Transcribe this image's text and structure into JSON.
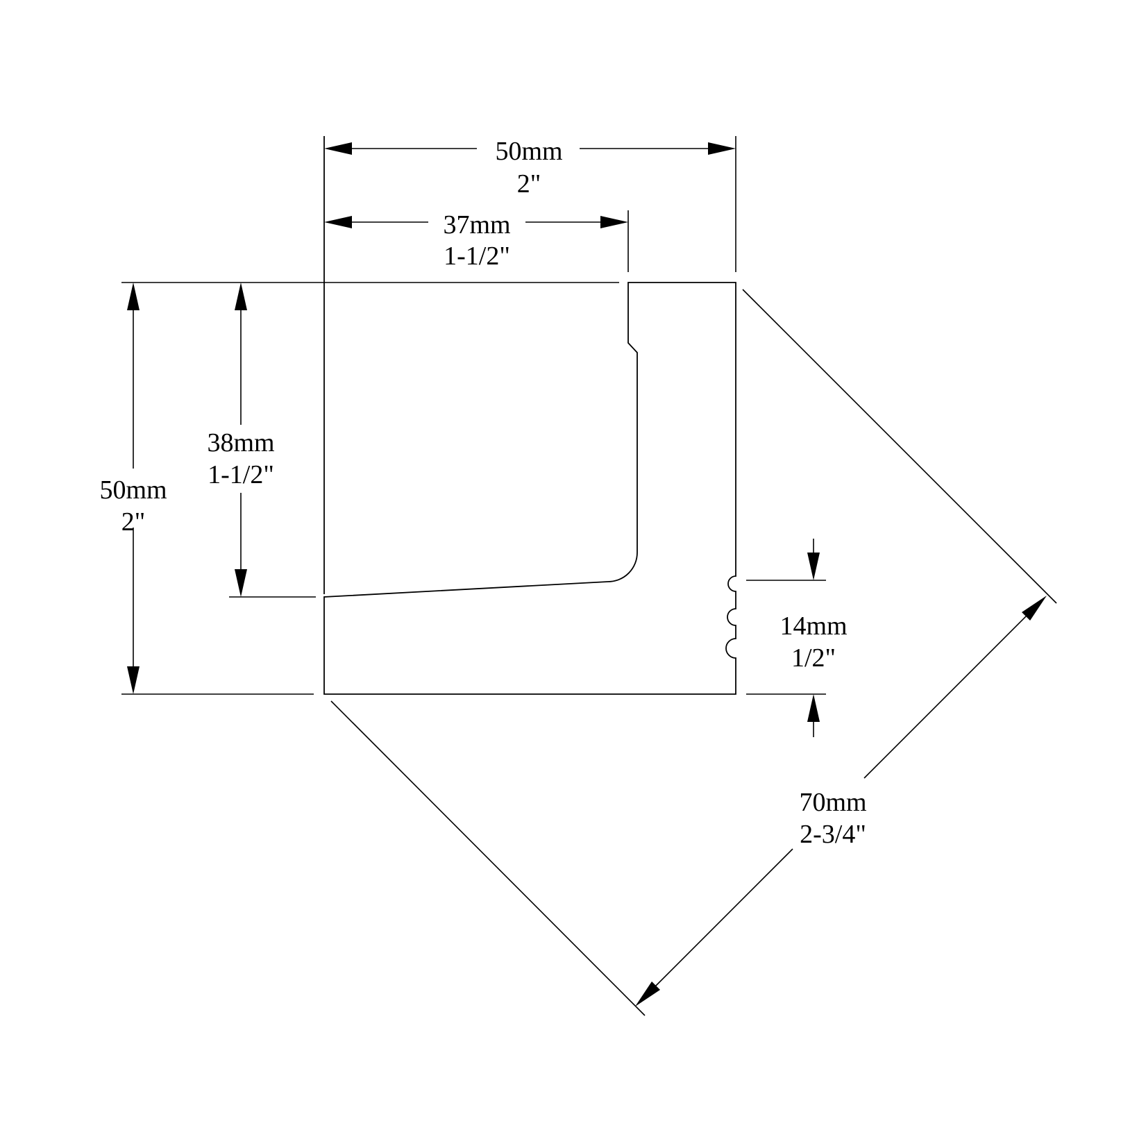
{
  "dimensions": {
    "top_overall_width": {
      "mm": "50mm",
      "inch": "2\""
    },
    "top_inner_width": {
      "mm": "37mm",
      "inch": "1-1/2\""
    },
    "left_overall_height": {
      "mm": "50mm",
      "inch": "2\""
    },
    "left_inner_height": {
      "mm": "38mm",
      "inch": "1-1/2\""
    },
    "right_slot_height": {
      "mm": "14mm",
      "inch": "1/2\""
    },
    "diagonal_length": {
      "mm": "70mm",
      "inch": "2-3/4\""
    }
  },
  "colors": {
    "line": "#000000",
    "background": "#ffffff"
  }
}
